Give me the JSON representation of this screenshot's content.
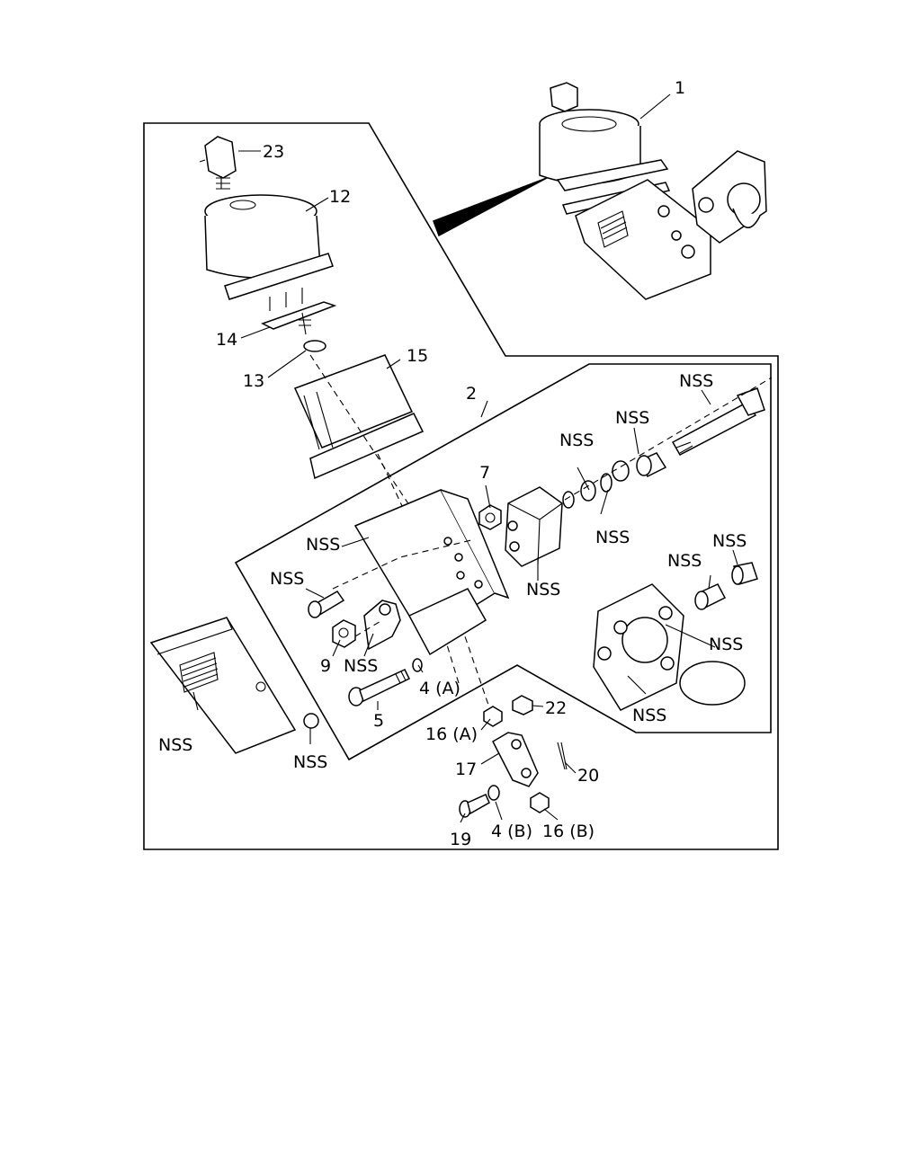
{
  "labels": {
    "p1": "1",
    "p2": "2",
    "p4a": "4 (A)",
    "p4b": "4 (B)",
    "p5": "5",
    "p7": "7",
    "p9": "9",
    "p12": "12",
    "p13": "13",
    "p14": "14",
    "p15": "15",
    "p16a": "16 (A)",
    "p16b": "16 (B)",
    "p17": "17",
    "p19": "19",
    "p20": "20",
    "p22": "22",
    "p23": "23",
    "nss": "NSS"
  }
}
